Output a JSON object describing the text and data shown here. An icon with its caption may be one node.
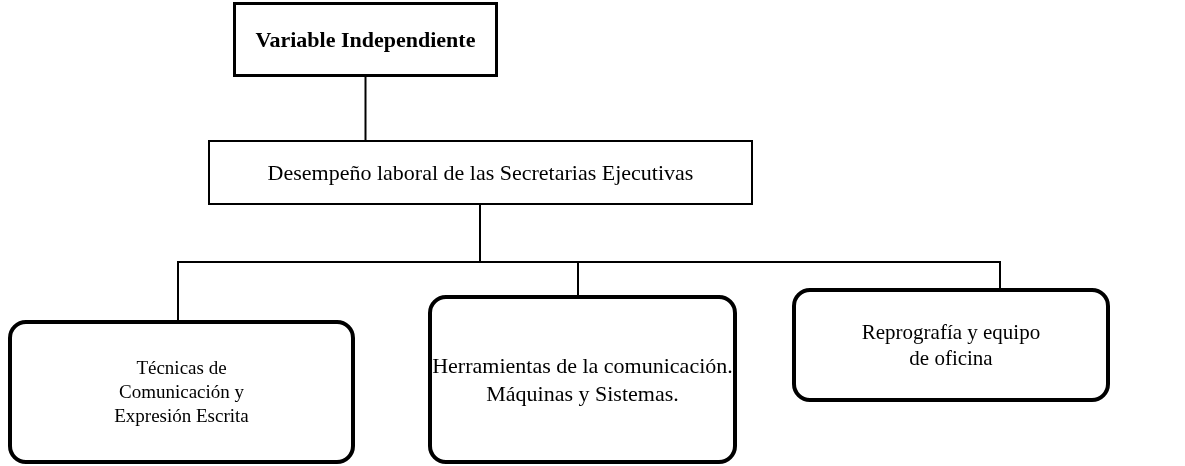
{
  "diagram": {
    "nodes": [
      {
        "text": [
          "Variable Independiente"
        ]
      },
      {
        "text": [
          "Desempeño laboral de las Secretarias Ejecutivas"
        ]
      },
      {
        "text": [
          "Técnicas de Comunicación y Expresión Escrita"
        ]
      },
      {
        "text": [
          "Herramientas de la comunicación. Máquinas y Sistemas."
        ]
      },
      {
        "text": [
          "Reprografía y equipo de oficina"
        ]
      }
    ],
    "edges": [
      {
        "from": 0,
        "to": 1,
        "arrow": "none"
      },
      {
        "from": 1,
        "to": 2,
        "arrow": "none"
      },
      {
        "from": 1,
        "to": 3,
        "arrow": "none"
      },
      {
        "from": 1,
        "to": 4,
        "arrow": "none"
      }
    ]
  }
}
